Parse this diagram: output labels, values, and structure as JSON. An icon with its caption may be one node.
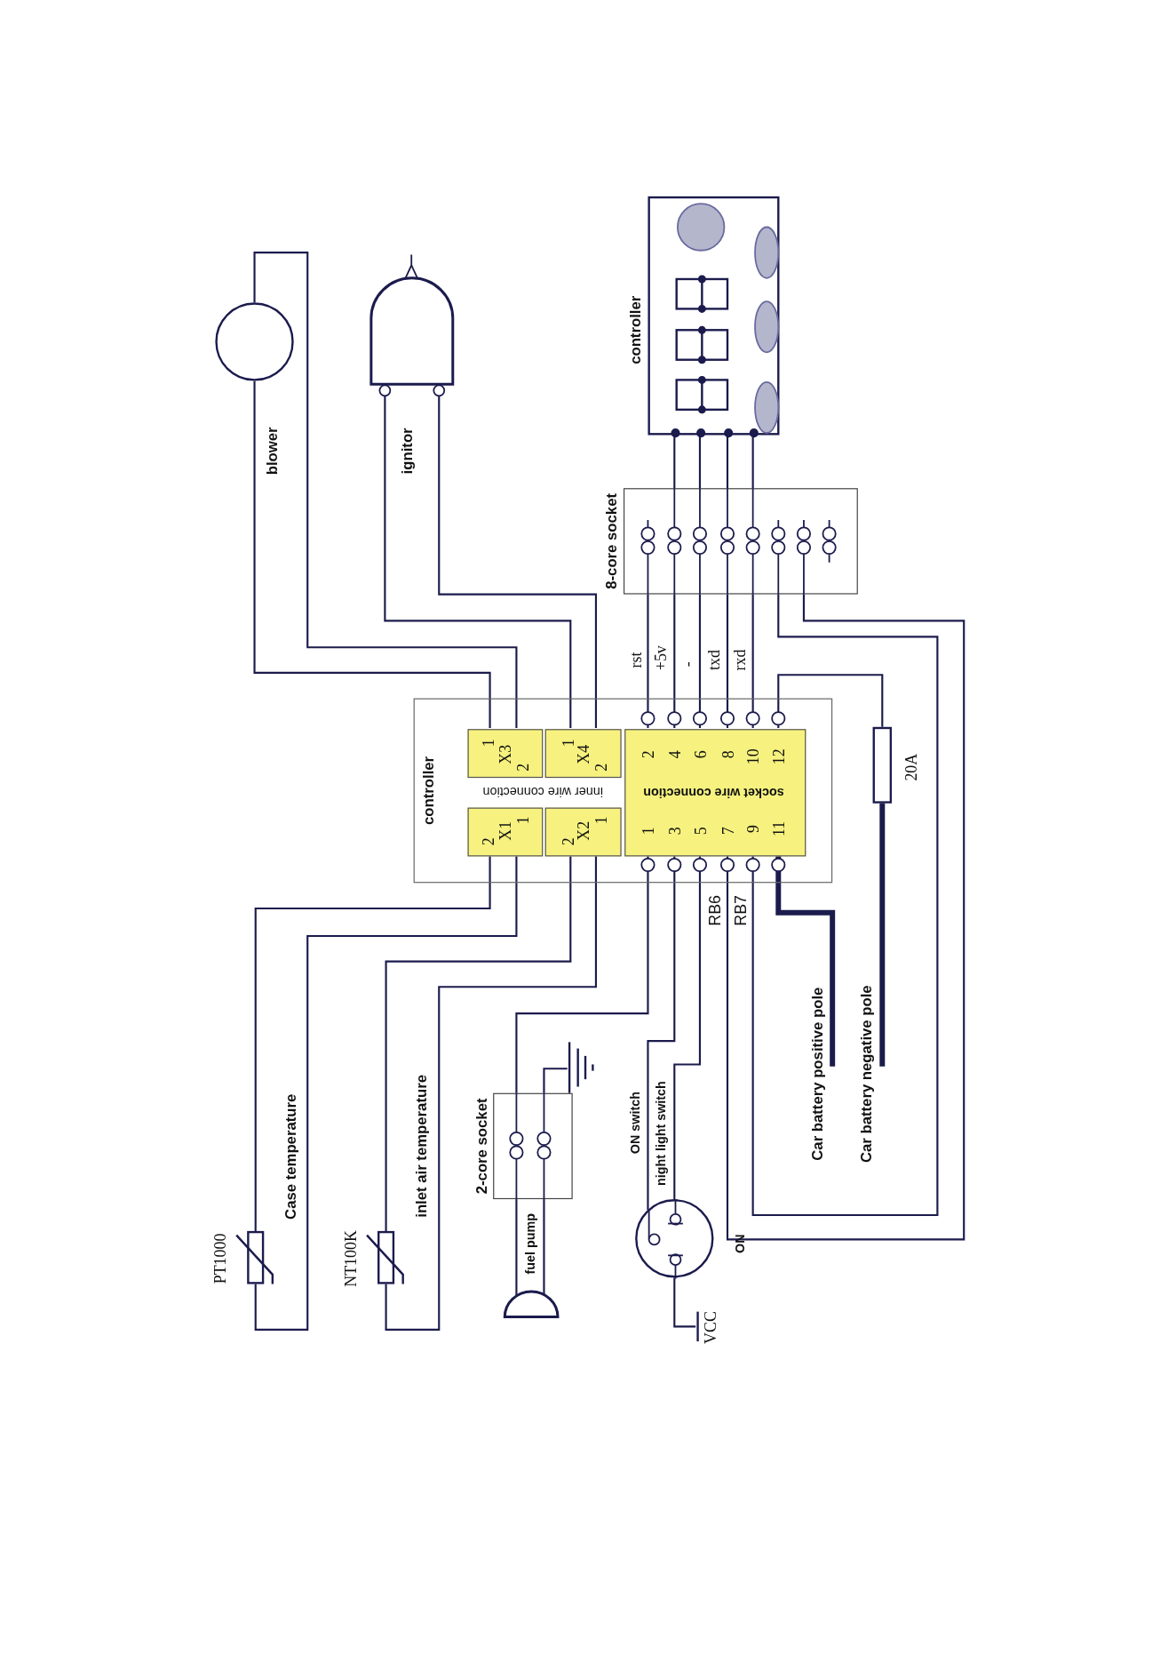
{
  "diagram": {
    "nodes": [
      {
        "text": [],
        "shape": "circle"
      },
      {
        "text": [],
        "shape": "dome"
      },
      {
        "text": [
          "controller"
        ]
      },
      {
        "text": [
          "8-core socket"
        ]
      },
      {
        "text": [
          "controller"
        ]
      },
      {
        "text": [
          "X3",
          "1",
          "2"
        ],
        "in": 4
      },
      {
        "text": [
          "X4",
          "1",
          "2"
        ],
        "in": 4
      },
      {
        "text": [
          "X1",
          "2",
          "1"
        ],
        "in": 4
      },
      {
        "text": [
          "X2",
          "2",
          "1"
        ],
        "in": 4
      },
      {
        "text": [
          "2",
          "4",
          "6",
          "8",
          "10",
          "12",
          "socket wire connection",
          "1",
          "3",
          "5",
          "7",
          "9",
          "11"
        ],
        "in": 4
      },
      {
        "text": [],
        "shape": "box",
        "beside": [
          "20A"
        ]
      },
      {
        "text": [],
        "shape": "box",
        "beside": [
          "PT1000"
        ]
      },
      {
        "text": [],
        "shape": "box",
        "beside": [
          "NT100K"
        ]
      },
      {
        "text": [
          "2-core socket"
        ]
      },
      {
        "text": [],
        "shape": "ground"
      },
      {
        "text": [],
        "shape": "dome"
      },
      {
        "text": [],
        "shape": "circle"
      },
      {
        "text": [
          "VCC"
        ]
      },
      {
        "text": [
          "Car battery positive pole"
        ]
      },
      {
        "text": [
          "Car battery negative pole"
        ]
      }
    ],
    "edges": [
      {
        "from": 5,
        "to": 0,
        "arrow": "none"
      },
      {
        "from": 5,
        "to": 0,
        "arrow": "none"
      },
      {
        "from": 6,
        "to": 1,
        "arrow": "none"
      },
      {
        "from": 6,
        "to": 1,
        "arrow": "none"
      },
      {
        "from": 9,
        "to": 3,
        "arrow": "other",
        "label": "rst"
      },
      {
        "from": 9,
        "to": 3,
        "arrow": "other",
        "label": "+5v"
      },
      {
        "from": 9,
        "to": 3,
        "arrow": "other",
        "label": "-"
      },
      {
        "from": 9,
        "to": 3,
        "arrow": "other",
        "label": "txd"
      },
      {
        "from": 9,
        "to": 3,
        "arrow": "other",
        "label": "rxd"
      },
      {
        "from": 3,
        "to": 2,
        "arrow": "none"
      },
      {
        "from": 3,
        "to": 2,
        "arrow": "none"
      },
      {
        "from": 3,
        "to": 2,
        "arrow": "none"
      },
      {
        "from": 3,
        "to": 2,
        "arrow": "none"
      },
      {
        "from": 9,
        "to": 10,
        "arrow": "other"
      },
      {
        "from": 10,
        "to": 19,
        "arrow": "none",
        "style": "thick"
      },
      {
        "from": 7,
        "to": 11,
        "arrow": "none"
      },
      {
        "from": 7,
        "to": 11,
        "arrow": "none"
      },
      {
        "from": 8,
        "to": 12,
        "arrow": "none"
      },
      {
        "from": 8,
        "to": 12,
        "arrow": "none"
      },
      {
        "from": 9,
        "to": 13,
        "arrow": "other"
      },
      {
        "from": 13,
        "to": 15,
        "arrow": "none"
      },
      {
        "from": 13,
        "to": 15,
        "arrow": "none"
      },
      {
        "from": 13,
        "to": 14,
        "arrow": "none"
      },
      {
        "from": 9,
        "to": 16,
        "arrow": "other"
      },
      {
        "from": 9,
        "to": 16,
        "arrow": "other"
      },
      {
        "from": 16,
        "to": 17,
        "arrow": "none"
      },
      {
        "from": 9,
        "to": 3,
        "arrow": "other",
        "label": "RB6"
      },
      {
        "from": 9,
        "to": 3,
        "arrow": "other",
        "label": "RB7"
      },
      {
        "from": 9,
        "to": 18,
        "arrow": "other",
        "style": "thick"
      }
    ],
    "labels": [
      "blower",
      "ignitor",
      "inner wire connection",
      "Case temperature",
      "inlet air temperature",
      "fuel pump",
      "ON switch",
      "night light switch",
      "ON"
    ]
  }
}
